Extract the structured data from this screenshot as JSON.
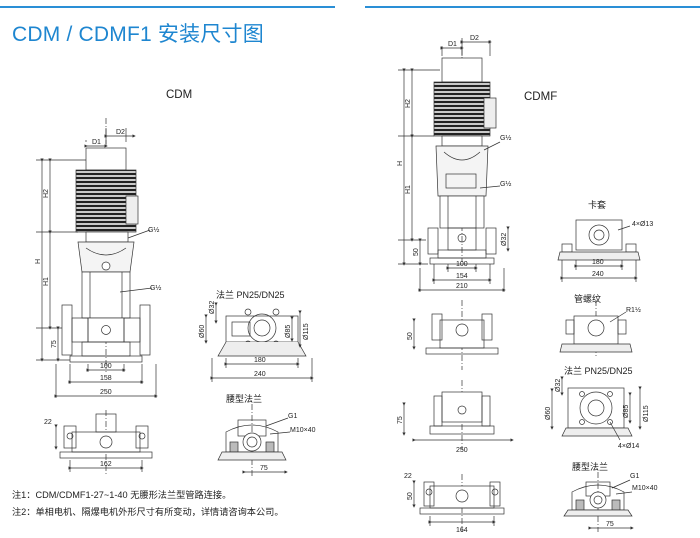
{
  "title": "CDM / CDMF1 安装尺寸图",
  "left": {
    "label": "CDM",
    "dims": {
      "D1": "D1",
      "D2": "D2",
      "H2": "H2",
      "H1": "H1",
      "H": "H",
      "h75": "75",
      "b100": "100",
      "b158": "158",
      "b250": "250",
      "b22": "22",
      "b162": "162"
    },
    "g_top": "G½",
    "g_mid": "G½",
    "flange_label": "法兰 PN25/DN25",
    "flange_dims": {
      "d32": "Ø32",
      "d60": "Ø60",
      "d85": "Ø85",
      "d115": "Ø115",
      "b180": "180",
      "b240": "240"
    },
    "waist_label": "腰型法兰",
    "waist_dims": {
      "g1": "G1",
      "m10": "M10×40",
      "b75": "75"
    }
  },
  "right": {
    "label": "CDMF",
    "dims": {
      "D1": "D1",
      "D2": "D2",
      "H2": "H2",
      "H1": "H1",
      "H": "H",
      "h50": "50",
      "d32": "Ø32",
      "b100": "100",
      "b154": "154",
      "b210": "210",
      "h50b": "50",
      "h75": "75",
      "b250": "250",
      "b22": "22",
      "b164": "164",
      "h50c": "50"
    },
    "g_top": "G½",
    "g_mid": "G½",
    "clamp_label": "卡套",
    "clamp_dims": {
      "d13": "4×Ø13",
      "b180": "180",
      "b240": "240"
    },
    "thread_label": "管螺纹",
    "thread_dims": {
      "r": "R1½"
    },
    "flange_label": "法兰 PN25/DN25",
    "flange_dims": {
      "d32": "Ø32",
      "d60": "Ø60",
      "d85": "Ø85",
      "d115": "Ø115",
      "d14": "4×Ø14"
    },
    "waist_label": "腰型法兰",
    "waist_dims": {
      "g1": "G1",
      "m10": "M10×40",
      "b75": "75"
    }
  },
  "notes": [
    "注1：CDM/CDMF1-27~1-40 无腰形法兰型管路连接。",
    "注2：单相电机、隔爆电机外形尺寸有所变动，详情请咨询本公司。"
  ],
  "colors": {
    "accent": "#1e86d0",
    "line": "#333333"
  }
}
